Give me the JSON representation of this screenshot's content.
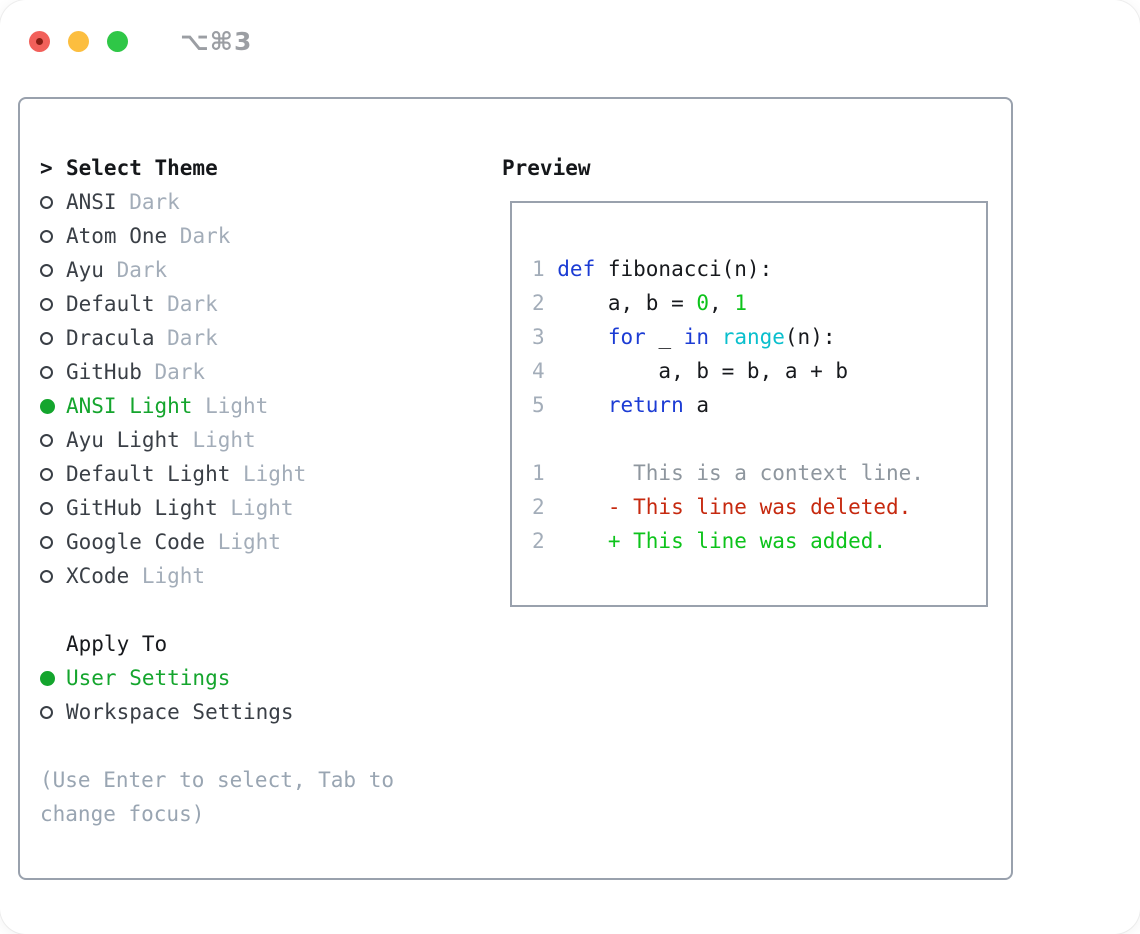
{
  "window": {
    "title": "⌥⌘3",
    "traffic_lights": [
      "close",
      "minimize",
      "zoom"
    ]
  },
  "theme_selector": {
    "prompt": ">",
    "title": "Select Theme",
    "items": [
      {
        "name": "ANSI",
        "variant": "Dark",
        "selected": false
      },
      {
        "name": "Atom One",
        "variant": "Dark",
        "selected": false
      },
      {
        "name": "Ayu",
        "variant": "Dark",
        "selected": false
      },
      {
        "name": "Default",
        "variant": "Dark",
        "selected": false
      },
      {
        "name": "Dracula",
        "variant": "Dark",
        "selected": false
      },
      {
        "name": "GitHub",
        "variant": "Dark",
        "selected": false
      },
      {
        "name": "ANSI Light",
        "variant": "Light",
        "selected": true
      },
      {
        "name": "Ayu Light",
        "variant": "Light",
        "selected": false
      },
      {
        "name": "Default Light",
        "variant": "Light",
        "selected": false
      },
      {
        "name": "GitHub Light",
        "variant": "Light",
        "selected": false
      },
      {
        "name": "Google Code",
        "variant": "Light",
        "selected": false
      },
      {
        "name": "XCode",
        "variant": "Light",
        "selected": false
      }
    ]
  },
  "apply_to": {
    "title": "Apply To",
    "options": [
      {
        "label": "User Settings",
        "selected": true
      },
      {
        "label": "Workspace Settings",
        "selected": false
      }
    ]
  },
  "help_text": "(Use Enter to select, Tab to change focus)",
  "preview": {
    "title": "Preview",
    "code_lines": [
      {
        "number": "1",
        "tokens": [
          {
            "t": "def",
            "c": "keyword"
          },
          {
            "t": " fibonacci(n):",
            "c": "plain"
          }
        ]
      },
      {
        "number": "2",
        "tokens": [
          {
            "t": "    a, b = ",
            "c": "plain"
          },
          {
            "t": "0",
            "c": "number"
          },
          {
            "t": ", ",
            "c": "plain"
          },
          {
            "t": "1",
            "c": "number"
          }
        ]
      },
      {
        "number": "3",
        "tokens": [
          {
            "t": "    ",
            "c": "plain"
          },
          {
            "t": "for",
            "c": "keyword"
          },
          {
            "t": " _ ",
            "c": "plain"
          },
          {
            "t": "in",
            "c": "keyword"
          },
          {
            "t": " ",
            "c": "plain"
          },
          {
            "t": "range",
            "c": "builtin"
          },
          {
            "t": "(n):",
            "c": "plain"
          }
        ]
      },
      {
        "number": "4",
        "tokens": [
          {
            "t": "        a, b = b, a + b",
            "c": "plain"
          }
        ]
      },
      {
        "number": "5",
        "tokens": [
          {
            "t": "    ",
            "c": "plain"
          },
          {
            "t": "return",
            "c": "keyword"
          },
          {
            "t": " a",
            "c": "plain"
          }
        ]
      },
      {
        "number": "",
        "tokens": []
      },
      {
        "number": "1",
        "tokens": [
          {
            "t": "      This is a context line.",
            "c": "context"
          }
        ]
      },
      {
        "number": "2",
        "tokens": [
          {
            "t": "    ",
            "c": "plain"
          },
          {
            "t": "- This line was deleted.",
            "c": "deleted"
          }
        ]
      },
      {
        "number": "2",
        "tokens": [
          {
            "t": "    ",
            "c": "plain"
          },
          {
            "t": "+ This line was added.",
            "c": "added"
          }
        ]
      }
    ]
  },
  "colors": {
    "selection_green": "#14a52d",
    "diff_added_green": "#0dc31b",
    "diff_deleted_red": "#c6290f",
    "keyword_blue": "#1c3cd4",
    "builtin_cyan": "#0abfcd",
    "muted_gray": "#a3adb9",
    "help_gray": "#99a5b2",
    "border_gray": "#99a1ad",
    "traffic_red": "#f2605a",
    "traffic_yellow": "#fcbe3f",
    "traffic_green": "#2fc747"
  }
}
